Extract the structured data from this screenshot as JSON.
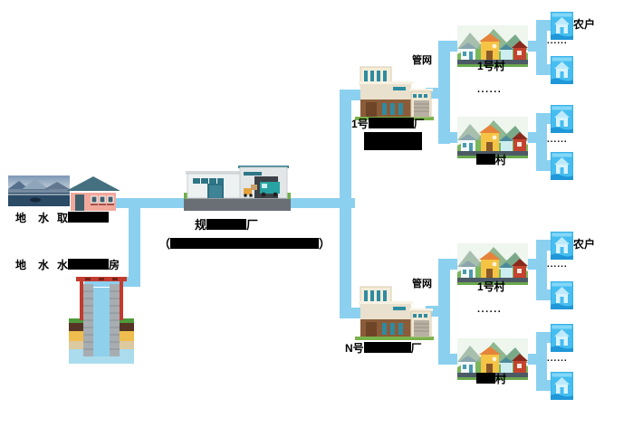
{
  "diagram": {
    "title": "rural water supply system flow diagram",
    "pipe_color": "#8CD0F0",
    "redaction_color": "#000000",
    "left": {
      "surface_icon": "lake-photo",
      "intake_icon": "pump-house",
      "well_icon": "groundwater-well-cross-section",
      "surface_label": [
        {
          "t": "地"
        },
        {
          "g": 13
        },
        {
          "t": "水"
        },
        {
          "g": 9
        },
        {
          "t": "取"
        },
        {
          "b": 45
        }
      ],
      "ground_label": [
        {
          "t": "地"
        },
        {
          "g": 13
        },
        {
          "t": "水"
        },
        {
          "g": 9
        },
        {
          "t": "水"
        },
        {
          "b": 45
        },
        {
          "t": "房"
        }
      ]
    },
    "central_plant": {
      "icon": "industrial-water-plant",
      "name_line1": [
        {
          "t": "规"
        },
        {
          "b": 44
        },
        {
          "t": "厂"
        }
      ],
      "name_line2": [
        {
          "t": "（"
        },
        {
          "b": 164
        },
        {
          "t": "）"
        }
      ]
    },
    "branch_plants": {
      "icon": "branch-water-plant-building",
      "pipe_network_label": "管网",
      "plant1_name": [
        {
          "t": "1号"
        },
        {
          "b": 50
        },
        {
          "t": "厂"
        }
      ],
      "plant1_name_line2": [
        {
          "b": 64,
          "h": 20
        }
      ],
      "plantN_name": [
        {
          "t": "N号"
        },
        {
          "b": 52
        },
        {
          "t": "厂"
        }
      ]
    },
    "villages": {
      "icon": "village-landscape",
      "village1_label": "1号村",
      "villageN_label": [
        {
          "b": 21
        },
        {
          "t": "村"
        }
      ],
      "ellipsis": "......"
    },
    "households": {
      "icon": "household-water-tile",
      "farmer_label": "农户",
      "ellipsis": "......"
    }
  }
}
